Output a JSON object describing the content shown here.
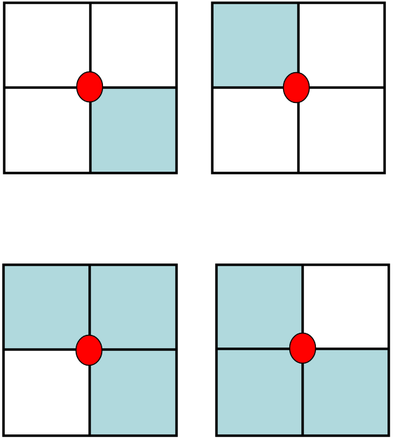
{
  "colors": {
    "filled": "#b0d9dd",
    "empty": "#ffffff",
    "grid_line": "#000000",
    "vertex_dot": "#ff0000",
    "vertex_outline": "#000000"
  },
  "panels": [
    {
      "id": "top-left",
      "cells": {
        "tl": false,
        "tr": false,
        "bl": false,
        "br": true
      }
    },
    {
      "id": "top-right",
      "cells": {
        "tl": true,
        "tr": false,
        "bl": false,
        "br": false
      }
    },
    {
      "id": "bottom-left",
      "cells": {
        "tl": true,
        "tr": true,
        "bl": false,
        "br": true
      }
    },
    {
      "id": "bottom-right",
      "cells": {
        "tl": true,
        "tr": false,
        "bl": true,
        "br": true
      }
    }
  ]
}
